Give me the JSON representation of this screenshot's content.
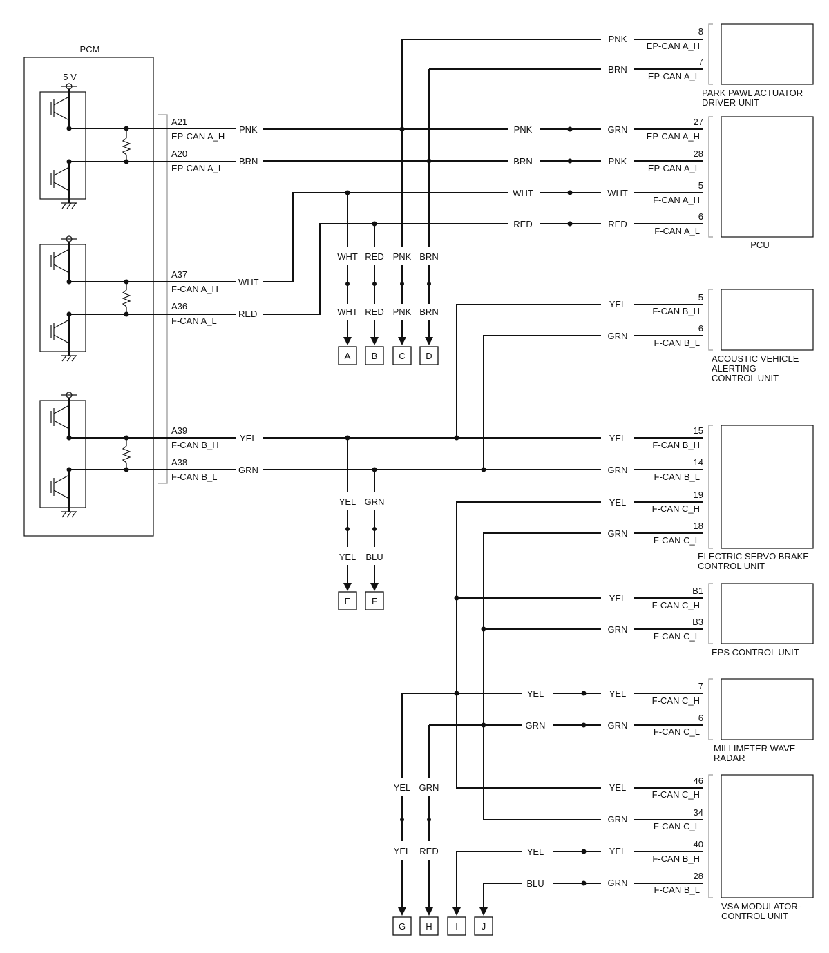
{
  "pcm": {
    "title": "PCM",
    "supply": "5 V",
    "pins": [
      {
        "pin": "A21",
        "signal": "EP-CAN A_H",
        "wire": "PNK"
      },
      {
        "pin": "A20",
        "signal": "EP-CAN A_L",
        "wire": "BRN"
      },
      {
        "pin": "A37",
        "signal": "F-CAN A_H",
        "wire": "WHT"
      },
      {
        "pin": "A36",
        "signal": "F-CAN A_L",
        "wire": "RED"
      },
      {
        "pin": "A39",
        "signal": "F-CAN B_H",
        "wire": "YEL"
      },
      {
        "pin": "A38",
        "signal": "F-CAN B_L",
        "wire": "GRN"
      }
    ]
  },
  "units": [
    {
      "name": "PARK PAWL ACTUATOR\nDRIVER UNIT",
      "terminals": [
        {
          "pin": "8",
          "signal": "EP-CAN A_H",
          "wire": "PNK"
        },
        {
          "pin": "7",
          "signal": "EP-CAN A_L",
          "wire": "BRN"
        }
      ]
    },
    {
      "name": "PCU",
      "terminals": [
        {
          "pin": "27",
          "signal": "EP-CAN A_H",
          "wire": "GRN",
          "wire_left": "PNK"
        },
        {
          "pin": "28",
          "signal": "EP-CAN A_L",
          "wire": "PNK",
          "wire_left": "BRN"
        },
        {
          "pin": "5",
          "signal": "F-CAN A_H",
          "wire": "WHT",
          "wire_left": "WHT"
        },
        {
          "pin": "6",
          "signal": "F-CAN A_L",
          "wire": "RED",
          "wire_left": "RED"
        }
      ]
    },
    {
      "name": "ACOUSTIC VEHICLE\nALERTING\nCONTROL UNIT",
      "terminals": [
        {
          "pin": "5",
          "signal": "F-CAN B_H",
          "wire": "YEL"
        },
        {
          "pin": "6",
          "signal": "F-CAN B_L",
          "wire": "GRN"
        }
      ]
    },
    {
      "name": "ELECTRIC SERVO BRAKE\nCONTROL UNIT",
      "terminals": [
        {
          "pin": "15",
          "signal": "F-CAN B_H",
          "wire": "YEL"
        },
        {
          "pin": "14",
          "signal": "F-CAN B_L",
          "wire": "GRN"
        },
        {
          "pin": "19",
          "signal": "F-CAN C_H",
          "wire": "YEL"
        },
        {
          "pin": "18",
          "signal": "F-CAN C_L",
          "wire": "GRN"
        }
      ]
    },
    {
      "name": "EPS CONTROL UNIT",
      "terminals": [
        {
          "pin": "B1",
          "signal": "F-CAN C_H",
          "wire": "YEL"
        },
        {
          "pin": "B3",
          "signal": "F-CAN C_L",
          "wire": "GRN"
        }
      ]
    },
    {
      "name": "MILLIMETER WAVE\nRADAR",
      "terminals": [
        {
          "pin": "7",
          "signal": "F-CAN C_H",
          "wire": "YEL",
          "wire_left": "YEL"
        },
        {
          "pin": "6",
          "signal": "F-CAN C_L",
          "wire": "GRN",
          "wire_left": "GRN"
        }
      ]
    },
    {
      "name": "VSA MODULATOR-\nCONTROL UNIT",
      "terminals": [
        {
          "pin": "46",
          "signal": "F-CAN C_H",
          "wire": "YEL"
        },
        {
          "pin": "34",
          "signal": "F-CAN C_L",
          "wire": "GRN"
        },
        {
          "pin": "40",
          "signal": "F-CAN B_H",
          "wire": "YEL",
          "wire_left": "YEL"
        },
        {
          "pin": "28",
          "signal": "F-CAN B_L",
          "wire": "GRN",
          "wire_left": "BLU"
        }
      ]
    }
  ],
  "drops": [
    {
      "top": "WHT",
      "bottom": "WHT",
      "connector": "A"
    },
    {
      "top": "RED",
      "bottom": "RED",
      "connector": "B"
    },
    {
      "top": "PNK",
      "bottom": "PNK",
      "connector": "C"
    },
    {
      "top": "BRN",
      "bottom": "BRN",
      "connector": "D"
    },
    {
      "top": "YEL",
      "bottom": "YEL",
      "connector": "E"
    },
    {
      "top": "GRN",
      "bottom": "BLU",
      "connector": "F"
    },
    {
      "top": "YEL",
      "bottom": "YEL",
      "connector": "G"
    },
    {
      "top": "GRN",
      "bottom": "RED",
      "connector": "H"
    },
    {
      "connector": "I"
    },
    {
      "connector": "J"
    }
  ]
}
